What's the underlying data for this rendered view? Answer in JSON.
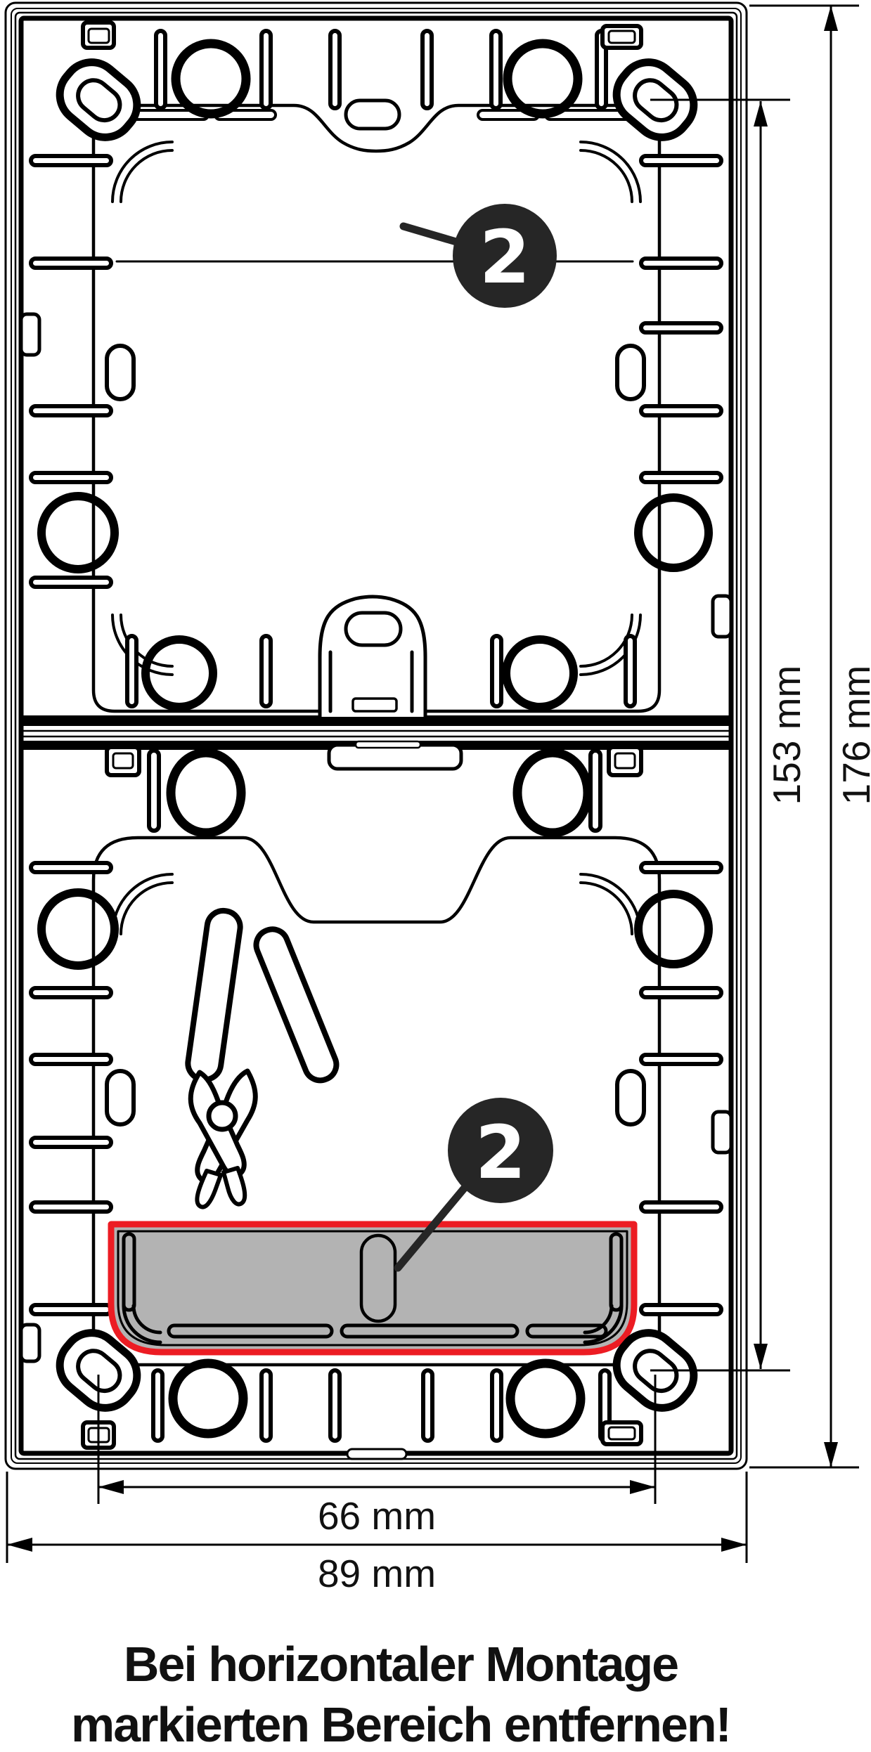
{
  "drawing": {
    "title": "Flush-mount back box, rear view with knock-outs",
    "callouts": {
      "top": {
        "label": "2"
      },
      "bottom": {
        "label": "2"
      }
    },
    "dimensions": {
      "height_inner": {
        "label": "153 mm",
        "value": 153,
        "unit": "mm"
      },
      "height_overall": {
        "label": "176 mm",
        "value": 176,
        "unit": "mm"
      },
      "width_inner": {
        "label": "66 mm",
        "value": 66,
        "unit": "mm"
      },
      "width_overall": {
        "label": "89 mm",
        "value": 89,
        "unit": "mm"
      }
    },
    "caption": {
      "line1": "Bei horizontaler Montage",
      "line2": "markierten Bereich entfernen!"
    },
    "icons": {
      "pliers": "side-cutting-pliers",
      "marked_area": "removable-break-out-area"
    },
    "colors": {
      "ink": "#000000",
      "callout": "#262626",
      "marked_red": "#ec1c23",
      "marked_gray": "#b3b3b3",
      "text": "#111111",
      "bg": "#ffffff"
    }
  }
}
